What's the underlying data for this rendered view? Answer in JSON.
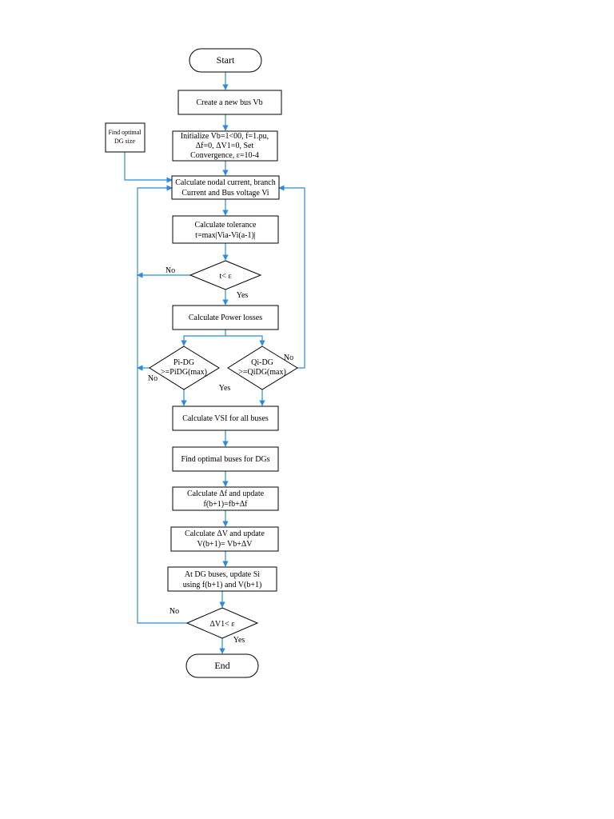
{
  "colors": {
    "connector": "#2e8bd6",
    "outline": "#000000",
    "background": "#ffffff"
  },
  "nodes": {
    "start": "Start",
    "create_bus": "Create a new bus Vb",
    "find_dg_size": [
      "Find optimal",
      "DG size"
    ],
    "initialize": [
      "Initialize Vb=1<00, f=1.pu,",
      "Δf=0, ΔV1=0, Set",
      "Convergence, ε=10-4"
    ],
    "calc_nodal": [
      "Calculate nodal current, branch",
      "Current and Bus voltage Vi"
    ],
    "calc_tolerance": [
      "Calculate tolerance",
      "t=max|Via-Vi(a-1)|"
    ],
    "tol_check": "t< ε",
    "calc_losses": "Calculate Power losses",
    "pi_dg": [
      "Pi-DG",
      ">=PiDG(max)"
    ],
    "qi_dg": [
      "Qi-DG",
      ">=QiDG(max)"
    ],
    "calc_vsi": "Calculate VSI for all buses",
    "find_buses": "Find optimal buses for DGs",
    "calc_df": [
      "Calculate Δf and update",
      "f(b+1)=fb+Δf"
    ],
    "calc_dv": [
      "Calculate ΔV and update",
      "V(b+1)= Vb+ΔV"
    ],
    "update_si": [
      "At DG buses, update Si",
      "using  f(b+1) and V(b+1)"
    ],
    "dv_check": "ΔV1< ε",
    "end": "End"
  },
  "edge_labels": {
    "tol_no": "No",
    "tol_yes": "Yes",
    "pi_no": "No",
    "qi_no": "No",
    "dg_yes": "Yes",
    "dv_no": "No",
    "dv_yes": "Yes"
  }
}
